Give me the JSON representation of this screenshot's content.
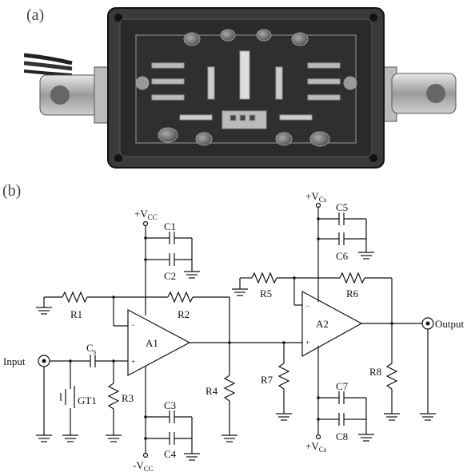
{
  "panel_a_label": "(a)",
  "panel_b_label": "(b)",
  "schematic": {
    "input": "Input",
    "output": "Output",
    "opamp1": "A1",
    "opamp2": "A2",
    "cs": "C",
    "cs_sub": "s",
    "gt1": "GT1",
    "resistors": [
      "R1",
      "R2",
      "R3",
      "R4",
      "R5",
      "R6",
      "R7",
      "R8"
    ],
    "capacitors": [
      "C1",
      "C2",
      "C3",
      "C4",
      "C5",
      "C6",
      "C7",
      "C8"
    ],
    "vcc_pos_a1": "+V",
    "vcc_neg_a1": "-V",
    "vcc_sub_cc": "CC",
    "vcc_pos_a2": "+V",
    "vcc_neg_a2": "+V",
    "vcc_sub_cs": "Cs"
  }
}
